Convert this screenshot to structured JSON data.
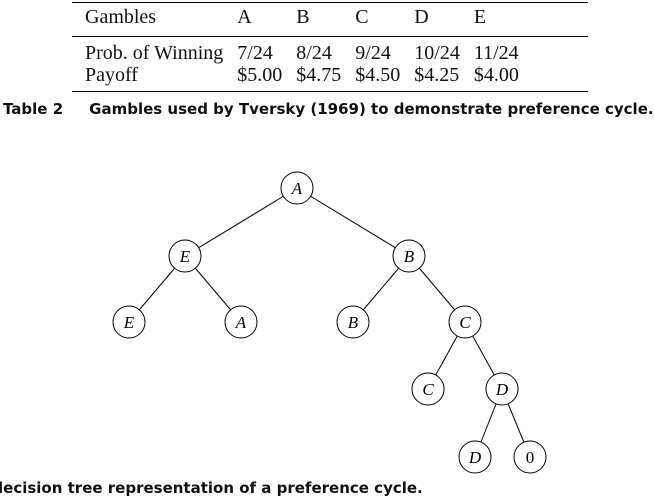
{
  "table": {
    "header": [
      "Gambles",
      "A",
      "B",
      "C",
      "D",
      "E"
    ],
    "rows": [
      [
        "Prob. of Winning",
        "7/24",
        "8/24",
        "9/24",
        "10/24",
        "11/24"
      ],
      [
        "Payoff",
        "$5.00",
        "$4.75",
        "$4.50",
        "$4.25",
        "$4.00"
      ]
    ]
  },
  "table_caption": {
    "number": "Table 2",
    "text": "Gambles used by Tversky (1969) to demonstrate preference cycle."
  },
  "tree": {
    "nodes": [
      {
        "id": "n1",
        "label": "A"
      },
      {
        "id": "n2",
        "label": "E"
      },
      {
        "id": "n3",
        "label": "B"
      },
      {
        "id": "n4",
        "label": "E"
      },
      {
        "id": "n5",
        "label": "A"
      },
      {
        "id": "n6",
        "label": "B"
      },
      {
        "id": "n7",
        "label": "C"
      },
      {
        "id": "n8",
        "label": "C"
      },
      {
        "id": "n9",
        "label": "D"
      },
      {
        "id": "n10",
        "label": "D"
      },
      {
        "id": "n11",
        "label": "0"
      }
    ],
    "edges": [
      [
        "n1",
        "n2"
      ],
      [
        "n1",
        "n3"
      ],
      [
        "n2",
        "n4"
      ],
      [
        "n2",
        "n5"
      ],
      [
        "n3",
        "n6"
      ],
      [
        "n3",
        "n7"
      ],
      [
        "n7",
        "n8"
      ],
      [
        "n7",
        "n9"
      ],
      [
        "n9",
        "n10"
      ],
      [
        "n9",
        "n11"
      ]
    ]
  },
  "figure_caption": {
    "text": "lecision tree representation of a preference cycle."
  }
}
